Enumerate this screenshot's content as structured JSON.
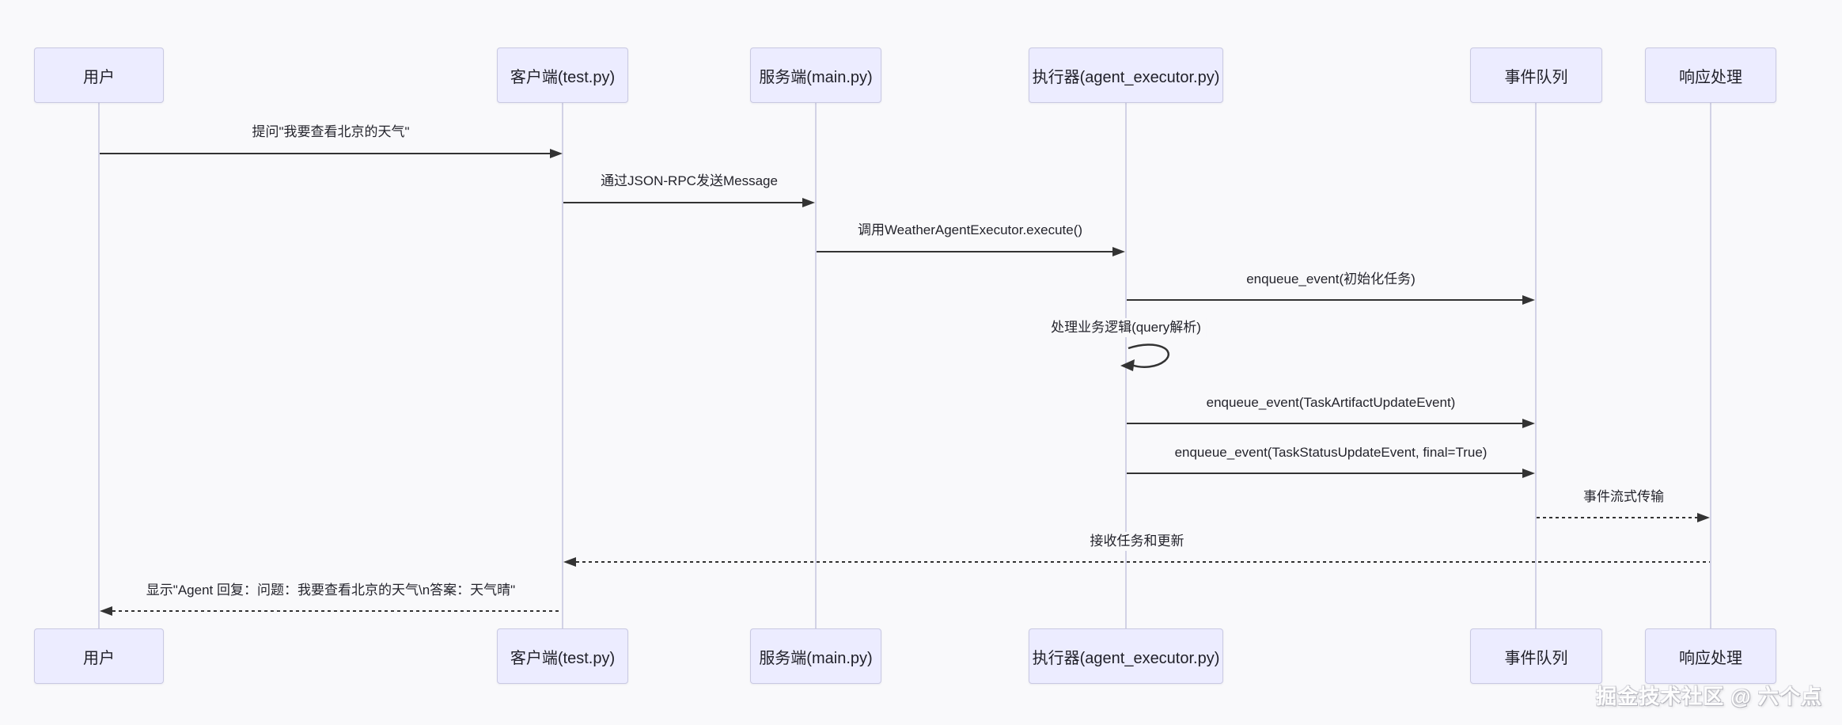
{
  "diagram": {
    "type": "sequence",
    "participants": [
      {
        "id": "user",
        "label": "用户"
      },
      {
        "id": "client",
        "label": "客户端(test.py)"
      },
      {
        "id": "server",
        "label": "服务端(main.py)"
      },
      {
        "id": "executor",
        "label": "执行器(agent_executor.py)"
      },
      {
        "id": "queue",
        "label": "事件队列"
      },
      {
        "id": "response",
        "label": "响应处理"
      }
    ],
    "messages": [
      {
        "from": "用户",
        "to": "客户端(test.py)",
        "style": "solid",
        "text": "提问\"我要查看北京的天气\""
      },
      {
        "from": "客户端(test.py)",
        "to": "服务端(main.py)",
        "style": "solid",
        "text": "通过JSON-RPC发送Message"
      },
      {
        "from": "服务端(main.py)",
        "to": "执行器(agent_executor.py)",
        "style": "solid",
        "text": "调用WeatherAgentExecutor.execute()"
      },
      {
        "from": "执行器(agent_executor.py)",
        "to": "事件队列",
        "style": "solid",
        "text": "enqueue_event(初始化任务)"
      },
      {
        "from": "执行器(agent_executor.py)",
        "to": "执行器(agent_executor.py)",
        "style": "self",
        "text": "处理业务逻辑(query解析)"
      },
      {
        "from": "执行器(agent_executor.py)",
        "to": "事件队列",
        "style": "solid",
        "text": "enqueue_event(TaskArtifactUpdateEvent)"
      },
      {
        "from": "执行器(agent_executor.py)",
        "to": "事件队列",
        "style": "solid",
        "text": "enqueue_event(TaskStatusUpdateEvent, final=True)"
      },
      {
        "from": "事件队列",
        "to": "响应处理",
        "style": "dashed",
        "text": "事件流式传输"
      },
      {
        "from": "响应处理",
        "to": "客户端(test.py)",
        "style": "dashed",
        "text": "接收任务和更新"
      },
      {
        "from": "客户端(test.py)",
        "to": "用户",
        "style": "dashed",
        "text": "显示\"Agent 回复：问题：我要查看北京的天气\\n答案：天气晴\""
      }
    ],
    "colors": {
      "actor_fill": "#ECECFF",
      "actor_border": "#c9c9e2",
      "lifeline": "#d2d2e6",
      "arrow": "#333333",
      "text": "#222222",
      "background": "#f9f9fb"
    }
  },
  "watermark": {
    "text": "掘金技术社区 @ 六个点"
  }
}
